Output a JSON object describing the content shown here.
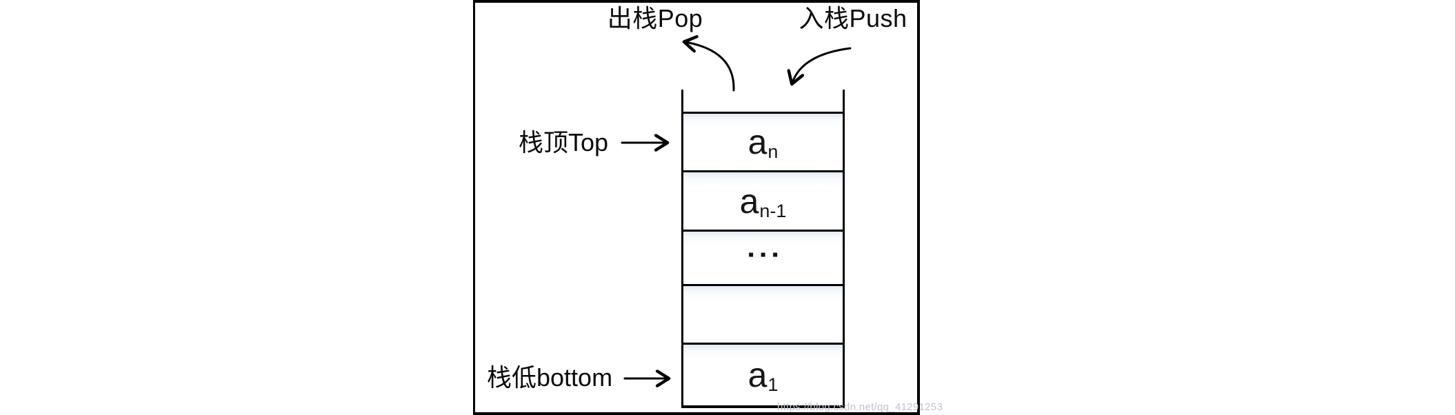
{
  "diagram": {
    "labels": {
      "pop": "出栈Pop",
      "push": "入栈Push",
      "top_pointer": "栈顶Top",
      "bottom_pointer": "栈低bottom"
    },
    "stack_cells": [
      {
        "base": "a",
        "sub": "n"
      },
      {
        "base": "a",
        "sub": "n-1"
      },
      {
        "base": "▪▪▪",
        "sub": ""
      },
      {
        "base": "",
        "sub": ""
      },
      {
        "base": "a",
        "sub": "1"
      }
    ],
    "watermark": "https://blog.csdn.net/qq_41291253",
    "colors": {
      "line": "#000000",
      "text": "#111111",
      "cell_tint": "#e3eaf4",
      "watermark": "#bdc3cd"
    }
  }
}
